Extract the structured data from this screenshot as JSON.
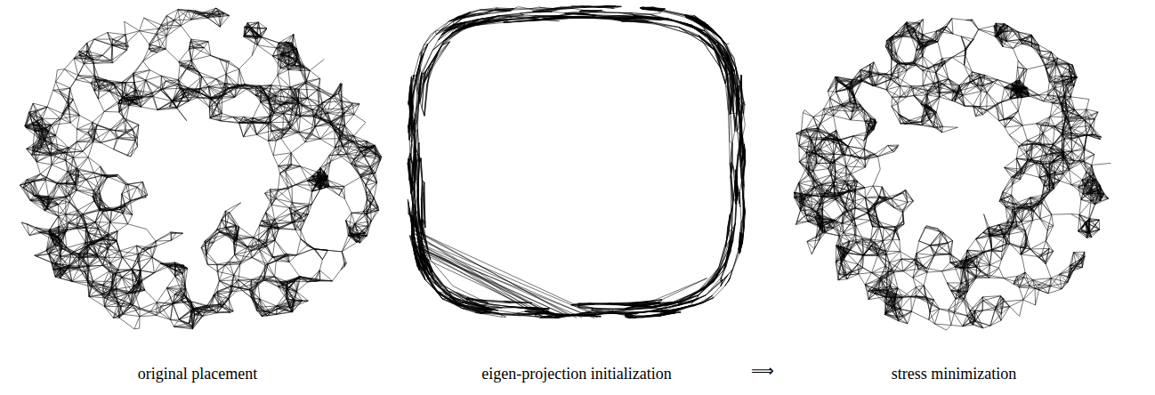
{
  "diagram": {
    "labels": [
      "original placement",
      "eigen-projection initialization",
      "⟹",
      "stress minimization"
    ]
  }
}
